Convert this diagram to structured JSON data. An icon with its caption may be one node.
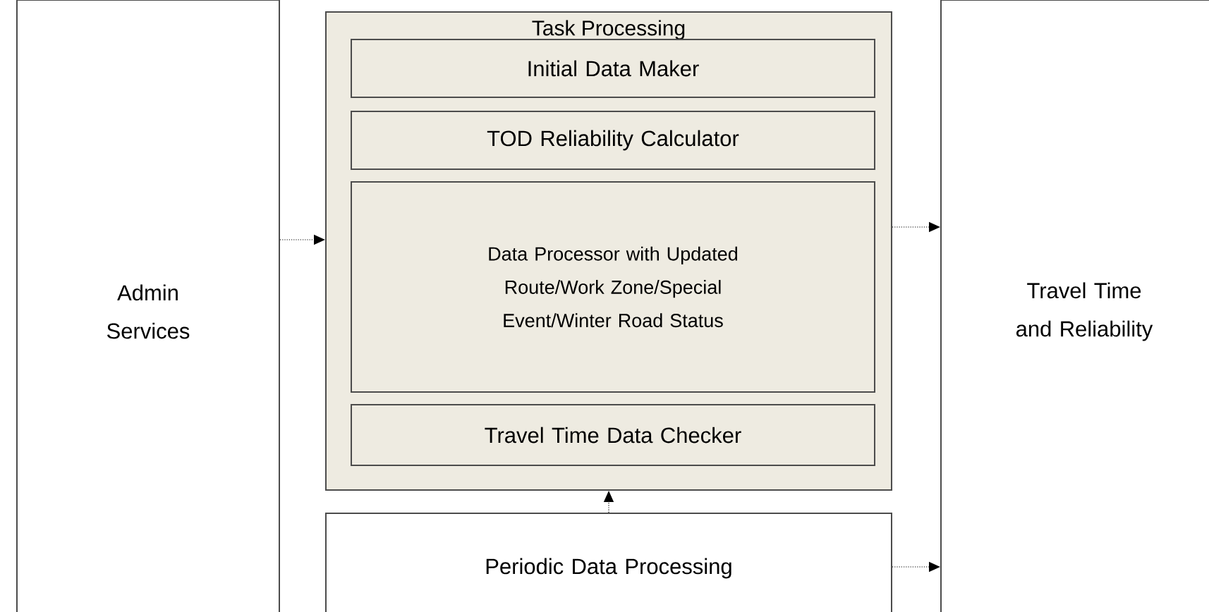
{
  "diagram": {
    "nodes": [
      {
        "text": [
          "Admin Services"
        ]
      },
      {
        "text": [
          "Task Processing"
        ]
      },
      {
        "text": [
          "Initial Data Maker"
        ],
        "in": 1
      },
      {
        "text": [
          "TOD Reliability Calculator"
        ],
        "in": 1
      },
      {
        "text": [
          "Data Processor with Updated Route/Work Zone/Special Event/Winter Road Status"
        ],
        "in": 1
      },
      {
        "text": [
          "Travel Time Data Checker"
        ],
        "in": 1
      },
      {
        "text": [
          "Periodic Data Processing"
        ]
      },
      {
        "text": [
          "Travel Time and Reliability"
        ]
      }
    ],
    "edges": [
      {
        "from": 0,
        "to": 1,
        "arrow": "to"
      },
      {
        "from": 1,
        "to": 7,
        "arrow": "to"
      },
      {
        "from": 6,
        "to": 1,
        "arrow": "to"
      },
      {
        "from": 6,
        "to": 7,
        "arrow": "to"
      }
    ]
  }
}
